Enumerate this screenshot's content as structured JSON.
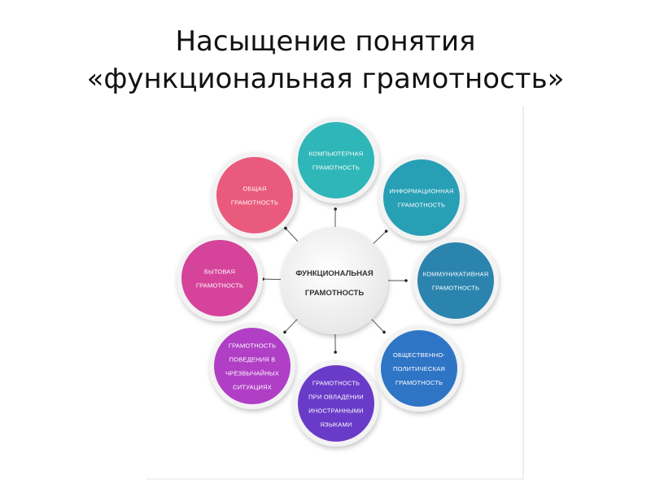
{
  "slide": {
    "title_line1": "Насыщение понятия",
    "title_line2": "«функциональная грамотность»"
  },
  "diagram": {
    "center": {
      "lines": [
        "ФУНКЦИОНАЛЬНАЯ",
        "ГРАМОТНОСТЬ"
      ]
    },
    "nodes": [
      {
        "id": "computer",
        "lines": [
          "КОМПЬЮТЕРНАЯ",
          "ГРАМОТНОСТЬ"
        ],
        "color": "#2fb6b8"
      },
      {
        "id": "information",
        "lines": [
          "ИНФОРМАЦИОННАЯ",
          "ГРАМОТНОСТЬ"
        ],
        "color": "#279fb4"
      },
      {
        "id": "communicative",
        "lines": [
          "КОММУНИКАТИВНАЯ",
          "ГРАМОТНОСТЬ"
        ],
        "color": "#2a84ae"
      },
      {
        "id": "socio-political",
        "lines": [
          "ОБЩЕСТВЕННО-",
          "ПОЛИТИЧЕСКАЯ",
          "ГРАМОТНОСТЬ"
        ],
        "color": "#2f75c6"
      },
      {
        "id": "foreign-languages",
        "lines": [
          "ГРАМОТНОСТЬ",
          "ПРИ ОВЛАДЕНИИ",
          "ИНОСТРАННЫМИ",
          "ЯЗЫКАМИ"
        ],
        "color": "#6a3bc9"
      },
      {
        "id": "emergency",
        "lines": [
          "ГРАМОТНОСТЬ",
          "ПОВЕДЕНИЯ В",
          "ЧРЕЗВЫЧАЙНЫХ",
          "СИТУАЦИЯХ"
        ],
        "color": "#b03fc6"
      },
      {
        "id": "household",
        "lines": [
          "БЫТОВАЯ",
          "ГРАМОТНОСТЬ"
        ],
        "color": "#d5449a"
      },
      {
        "id": "general",
        "lines": [
          "ОБЩАЯ",
          "ГРАМОТНОСТЬ"
        ],
        "color": "#e95a7c"
      }
    ]
  }
}
